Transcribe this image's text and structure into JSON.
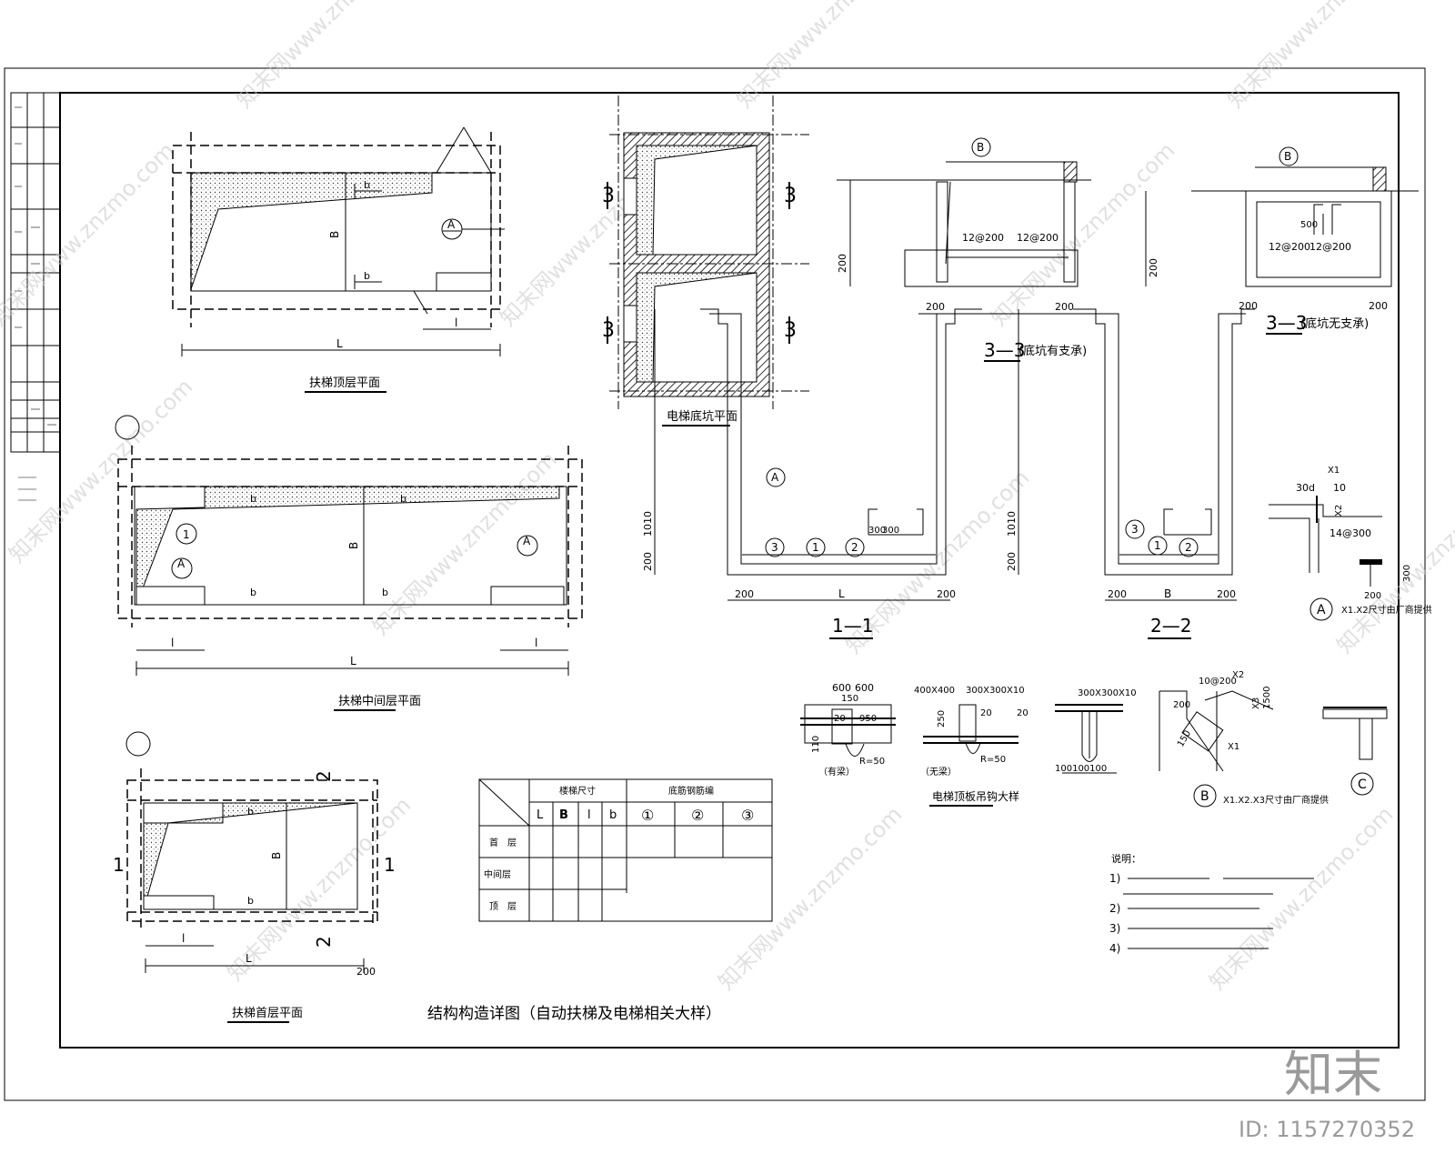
{
  "title": "结构构造详图（自动扶梯及电梯相关大样）",
  "views": {
    "top_floor_plan": "扶梯顶层平面",
    "mid_floor_plan": "扶梯中间层平面",
    "ground_floor_plan": "扶梯首层平面",
    "elevator_pit_plan": "电梯底坑平面",
    "sec_1_1": "1—1",
    "sec_2_2": "2—2",
    "sec_3_3_a": "3—3",
    "sec_3_3_a_note": "(底坑有支承)",
    "sec_3_3_b": "3—3",
    "sec_3_3_b_note": "(底坑无支承)",
    "hook_detail": "电梯顶板吊钩大样",
    "detail_a_caption": "X1.X2尺寸由厂商提供",
    "detail_b_caption": "X1.X2.X3尺寸由厂商提供"
  },
  "labels": {
    "L": "L",
    "B": "B",
    "l": "l",
    "b": "b",
    "A": "A",
    "B_circle": "B",
    "C": "C",
    "n1": "1",
    "n2": "2",
    "n3": "3",
    "sec1": "1",
    "sec2": "2",
    "sec3": "3"
  },
  "dims": {
    "d200": "200",
    "d1010": "1010",
    "d300": "300",
    "d500": "500",
    "rebar_12_200": "12@200",
    "rebar_14_300": "14@300",
    "d30d": "30d",
    "d10": "10",
    "d600": "600",
    "d150": "150",
    "d110": "110",
    "d250": "250",
    "d20": "20",
    "d100": "100",
    "r50": "R=50",
    "d950": "950",
    "d1500": "1500",
    "x1": "X1",
    "x2": "X2",
    "x3": "X3",
    "plate_300x300x10": "300X300X10",
    "plate_400x400": "400X400",
    "d100x3": "100100100",
    "d10_200": "10@200"
  },
  "sub_labels": {
    "with_beam": "（有梁）",
    "no_beam": "（无梁）"
  },
  "table": {
    "col_group_1": "楼梯尺寸",
    "col_group_2": "底筋钢筋编",
    "headers": [
      "L",
      "B",
      "l",
      "b",
      "①",
      "②",
      "③"
    ],
    "rows": [
      "首　层",
      "中间层",
      "顶　层"
    ]
  },
  "notes": {
    "heading": "说明：",
    "items": [
      "1)",
      "2)",
      "3)",
      "4)"
    ]
  },
  "brand": {
    "mark": "知末",
    "id_text": "ID: 1157270352",
    "watermark": "知末网www.znzmo.com"
  }
}
